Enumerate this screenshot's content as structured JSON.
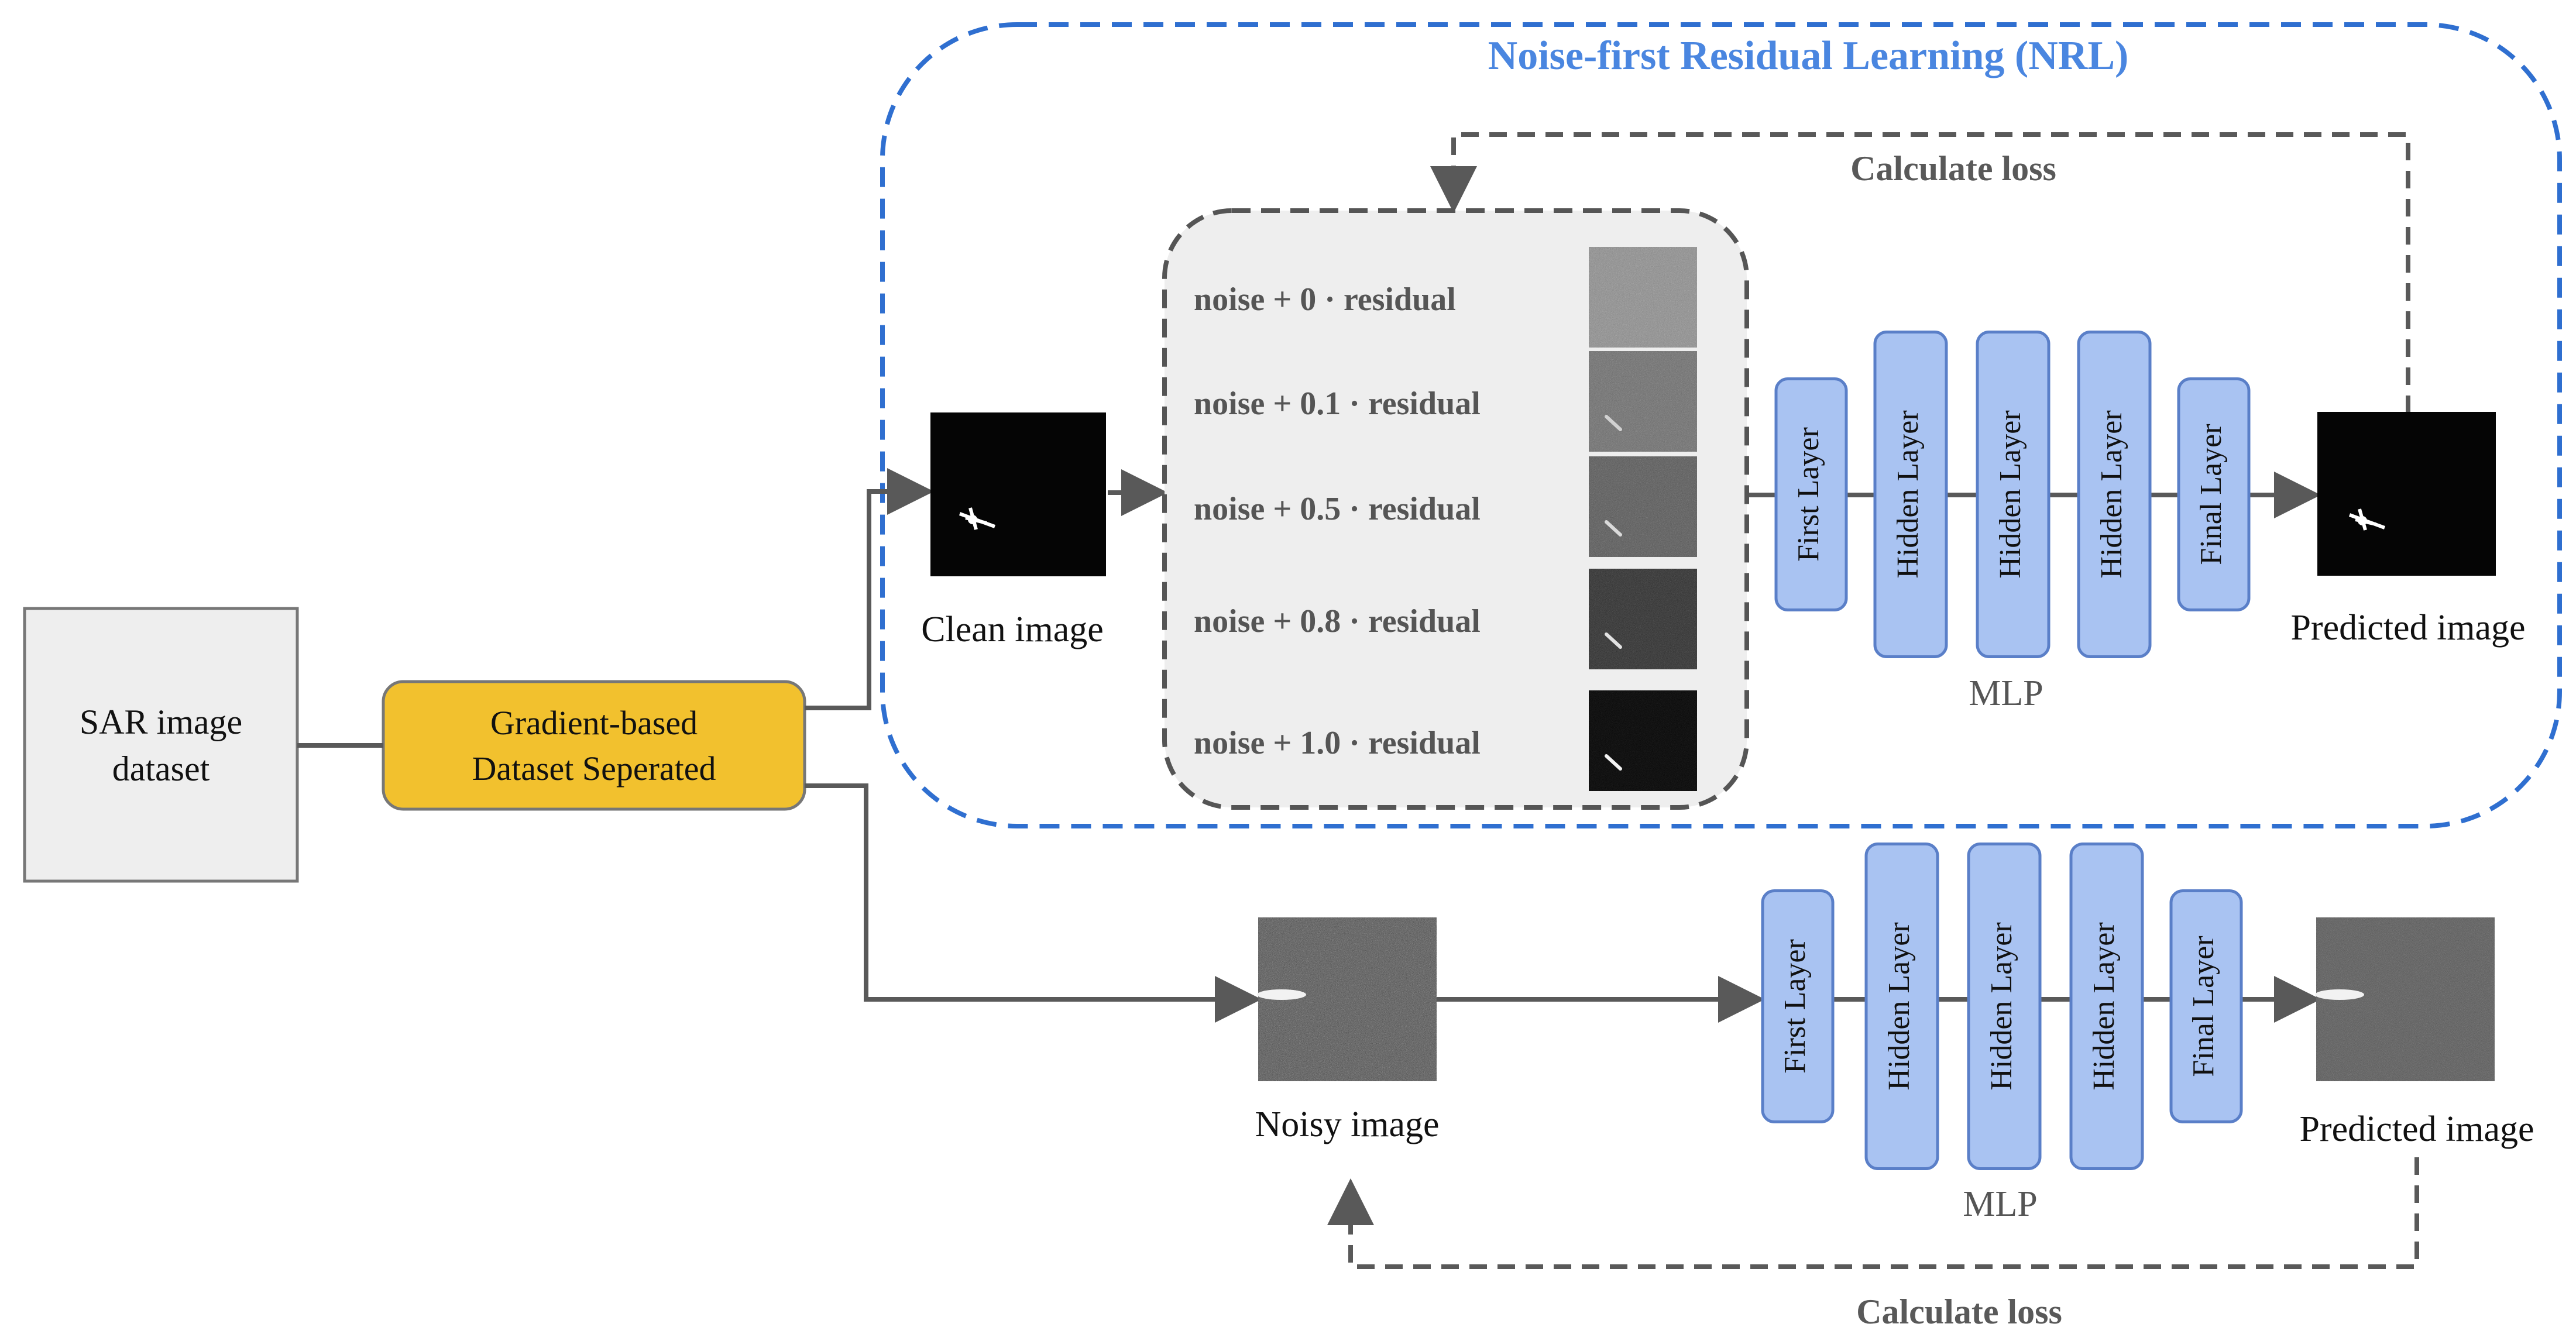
{
  "nrl_title": "Noise-first Residual Learning (NRL)",
  "dataset": {
    "line1": "SAR image",
    "line2": "dataset"
  },
  "separator": {
    "line1": "Gradient-based",
    "line2": "Dataset Seperated"
  },
  "top": {
    "clean_label": "Clean image",
    "calc_loss": "Calculate loss",
    "predicted_label": "Predicted image",
    "mlp_label": "MLP",
    "noise_rows": [
      "noise + 0 · residual",
      "noise + 0.1 · residual",
      "noise + 0.5 · residual",
      "noise + 0.8 · residual",
      "noise + 1.0 · residual"
    ],
    "layers": [
      "First Layer",
      "Hidden Layer",
      "Hidden Layer",
      "Hidden Layer",
      "Final Layer"
    ]
  },
  "bottom": {
    "noisy_label": "Noisy image",
    "calc_loss": "Calculate loss",
    "predicted_label": "Predicted image",
    "mlp_label": "MLP",
    "layers": [
      "First Layer",
      "Hidden Layer",
      "Hidden Layer",
      "Hidden Layer",
      "Final Layer"
    ]
  },
  "colors": {
    "nrl_border": "#2f6fd0",
    "nrl_title": "#4a86e0",
    "layer_fill": "#a9c3f2",
    "layer_stroke": "#5a7fc8",
    "separator_fill": "#f2c12e",
    "dataset_fill": "#eeeeee",
    "noise_panel_fill": "#eeeeee",
    "line": "#595959"
  }
}
